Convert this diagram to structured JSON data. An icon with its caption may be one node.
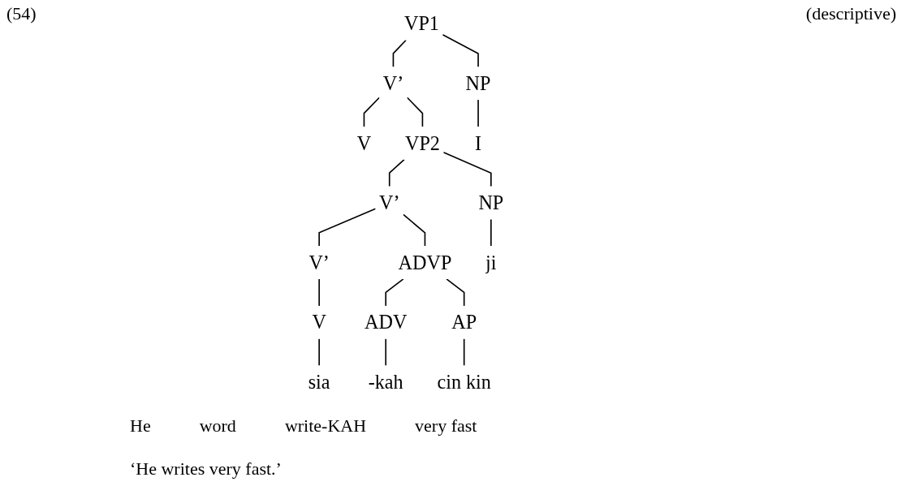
{
  "diagram": {
    "nodes": [
      {
        "text": [
          "VP1"
        ]
      },
      {
        "text": [
          "NP"
        ]
      },
      {
        "text": [
          "V’"
        ]
      },
      {
        "text": [
          "V"
        ]
      },
      {
        "text": [
          "VP2"
        ]
      },
      {
        "text": [
          "NP"
        ]
      },
      {
        "text": [
          "V’"
        ]
      },
      {
        "text": [
          "V’"
        ]
      },
      {
        "text": [
          "ADVP"
        ]
      },
      {
        "text": [
          "V"
        ]
      },
      {
        "text": [
          "ADV"
        ]
      },
      {
        "text": [
          "AP"
        ]
      },
      {
        "text": [
          "I"
        ]
      },
      {
        "text": [
          "ji"
        ]
      },
      {
        "text": [
          "sia"
        ]
      },
      {
        "text": [
          "-kah"
        ]
      },
      {
        "text": [
          "cin kin"
        ]
      }
    ],
    "edges": [
      {
        "from": 0,
        "to": 1,
        "arrow": "none"
      },
      {
        "from": 0,
        "to": 2,
        "arrow": "none"
      },
      {
        "from": 2,
        "to": 3,
        "arrow": "none"
      },
      {
        "from": 2,
        "to": 4,
        "arrow": "none"
      },
      {
        "from": 4,
        "to": 5,
        "arrow": "none"
      },
      {
        "from": 4,
        "to": 6,
        "arrow": "none"
      },
      {
        "from": 6,
        "to": 7,
        "arrow": "none"
      },
      {
        "from": 6,
        "to": 8,
        "arrow": "none"
      },
      {
        "from": 7,
        "to": 9,
        "arrow": "none"
      },
      {
        "from": 8,
        "to": 10,
        "arrow": "none"
      },
      {
        "from": 8,
        "to": 11,
        "arrow": "none"
      },
      {
        "from": 1,
        "to": 12,
        "arrow": "none"
      },
      {
        "from": 5,
        "to": 13,
        "arrow": "none"
      },
      {
        "from": 9,
        "to": 14,
        "arrow": "none"
      },
      {
        "from": 10,
        "to": 15,
        "arrow": "none"
      },
      {
        "from": 11,
        "to": 16,
        "arrow": "none"
      }
    ],
    "labels": [
      "(54)",
      "(descriptive)",
      "He",
      "word",
      "write-KAH",
      "very fast",
      "‘He writes very fast.’"
    ]
  }
}
